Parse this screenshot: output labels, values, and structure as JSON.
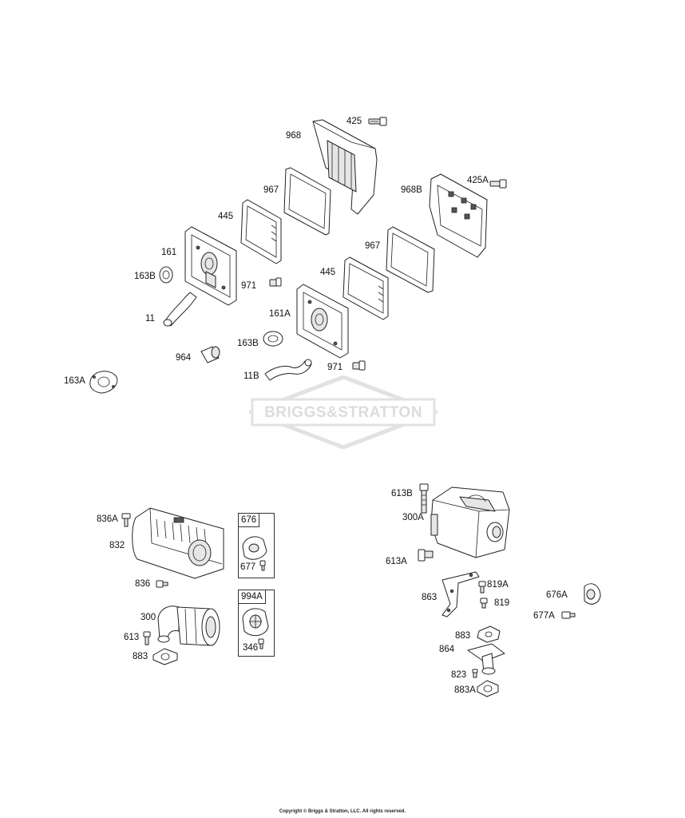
{
  "diagram": {
    "part_labels": [
      {
        "id": "425",
        "text": "425"
      },
      {
        "id": "968",
        "text": "968"
      },
      {
        "id": "425A",
        "text": "425A"
      },
      {
        "id": "967-a",
        "text": "967"
      },
      {
        "id": "968B",
        "text": "968B"
      },
      {
        "id": "445-a",
        "text": "445"
      },
      {
        "id": "967-b",
        "text": "967"
      },
      {
        "id": "161",
        "text": "161"
      },
      {
        "id": "163B-a",
        "text": "163B"
      },
      {
        "id": "971-a",
        "text": "971"
      },
      {
        "id": "445-b",
        "text": "445"
      },
      {
        "id": "161A",
        "text": "161A"
      },
      {
        "id": "11",
        "text": "11"
      },
      {
        "id": "163B-b",
        "text": "163B"
      },
      {
        "id": "964",
        "text": "964"
      },
      {
        "id": "11B",
        "text": "11B"
      },
      {
        "id": "971-b",
        "text": "971"
      },
      {
        "id": "163A",
        "text": "163A"
      },
      {
        "id": "613B",
        "text": "613B"
      },
      {
        "id": "836A",
        "text": "836A"
      },
      {
        "id": "300A",
        "text": "300A"
      },
      {
        "id": "832",
        "text": "832"
      },
      {
        "id": "677",
        "text": "677"
      },
      {
        "id": "613A",
        "text": "613A"
      },
      {
        "id": "836",
        "text": "836"
      },
      {
        "id": "819A",
        "text": "819A"
      },
      {
        "id": "863",
        "text": "863"
      },
      {
        "id": "819",
        "text": "819"
      },
      {
        "id": "676A",
        "text": "676A"
      },
      {
        "id": "300",
        "text": "300"
      },
      {
        "id": "677A",
        "text": "677A"
      },
      {
        "id": "613",
        "text": "613"
      },
      {
        "id": "346",
        "text": "346"
      },
      {
        "id": "883-a",
        "text": "883"
      },
      {
        "id": "864",
        "text": "864"
      },
      {
        "id": "883-b",
        "text": "883"
      },
      {
        "id": "823",
        "text": "823"
      },
      {
        "id": "883A",
        "text": "883A"
      }
    ],
    "kit_boxes": [
      {
        "id": "676",
        "title": "676"
      },
      {
        "id": "994A",
        "title": "994A"
      }
    ]
  },
  "watermark": {
    "text": "BRIGGS&STRATTON"
  },
  "footer": {
    "copyright": "Copyright © Briggs & Stratton, LLC. All rights reserved."
  }
}
